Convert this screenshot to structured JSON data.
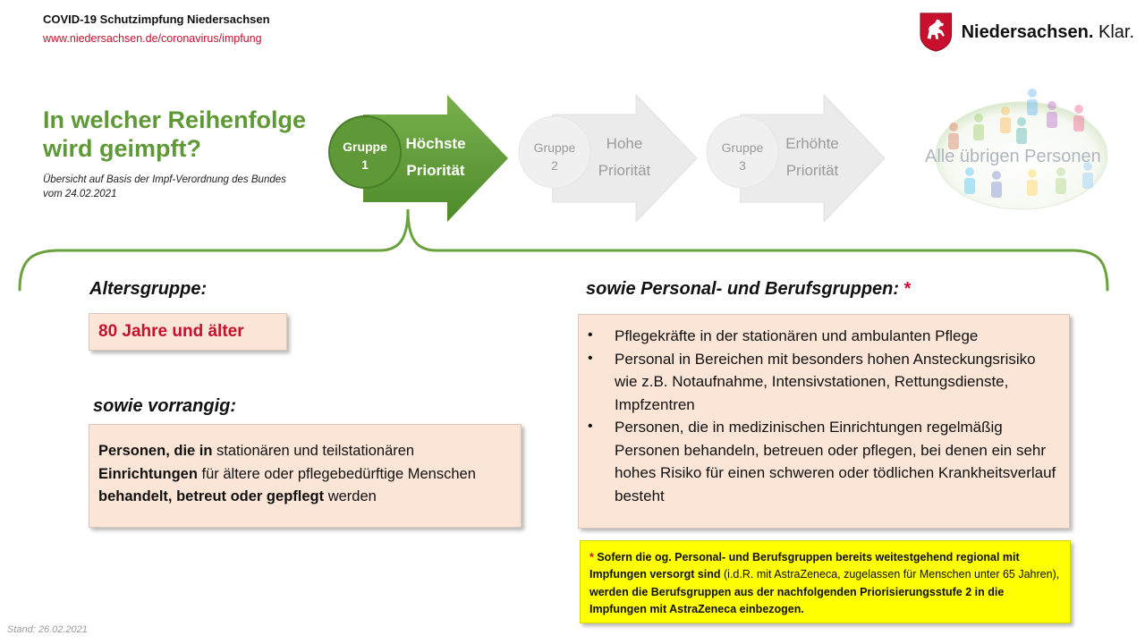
{
  "header": {
    "title": "COVID-19 Schutzimpfung Niedersachsen",
    "url": "www.niedersachsen.de/coronavirus/impfung",
    "logo_text_bold": "Niedersachsen.",
    "logo_text_light": " Klar.",
    "logo_icon": "horse-shield-icon"
  },
  "question": {
    "line1": "In welcher Reihenfolge",
    "line2": "wird geimpft?",
    "sub1": "Übersicht auf Basis der Impf-Verordnung des Bundes",
    "sub2": "vom 24.02.2021"
  },
  "stages": [
    {
      "group": "Gruppe",
      "number": "1",
      "line1": "Höchste",
      "line2": "Priorität",
      "active": true
    },
    {
      "group": "Gruppe",
      "number": "2",
      "line1": "Hohe",
      "line2": "Priorität",
      "active": false
    },
    {
      "group": "Gruppe",
      "number": "3",
      "line1": "Erhöhte",
      "line2": "Priorität",
      "active": false
    }
  ],
  "crowd": {
    "label": "Alle übrigen Personen",
    "icon": "people-crowd-icon"
  },
  "colors": {
    "green": "#5f9937",
    "red": "#c8102e",
    "box": "#fbe5d6",
    "note": "#ffff00",
    "inactive": "#e8e8e8"
  },
  "age": {
    "heading": "Altersgruppe:",
    "value": "80 Jahre und älter"
  },
  "priority": {
    "heading": "sowie vorrangig:",
    "b1": "Personen, die in",
    "t1": " stationären und teilstationären ",
    "b2": "Einrichtungen",
    "t2": " für ältere oder pflegebedürftige Menschen ",
    "b3": "behandelt, betreut oder gepflegt",
    "t3": " werden"
  },
  "staff": {
    "heading": "sowie Personal- und Berufsgruppen:",
    "star": "*",
    "items": [
      "Pflegekräfte in der stationären und ambulanten Pflege",
      "Personal in Bereichen mit besonders hohen Ansteckungsrisiko wie z.B. Notaufnahme, Intensivstationen, Rettungsdienste, Impfzentren",
      "Personen, die in medizinischen Einrichtungen regelmäßig Personen behandeln, betreuen oder pflegen, bei denen ein sehr hohes Risiko für einen schweren oder tödlichen Krankheitsverlauf besteht"
    ]
  },
  "note": {
    "star": "*",
    "b1": " Sofern die og. Personal- und Berufsgruppen bereits weitestgehend regional mit Impfungen versorgt sind",
    "t1": " (i.d.R. mit AstraZeneca, zugelassen für Menschen unter 65 Jahren), ",
    "b2": "werden die Berufsgruppen aus der nachfolgenden Priorisierungsstufe 2 in die Impfungen mit AstraZeneca einbezogen."
  },
  "footer": {
    "stand": "Stand: 26.02.2021"
  }
}
